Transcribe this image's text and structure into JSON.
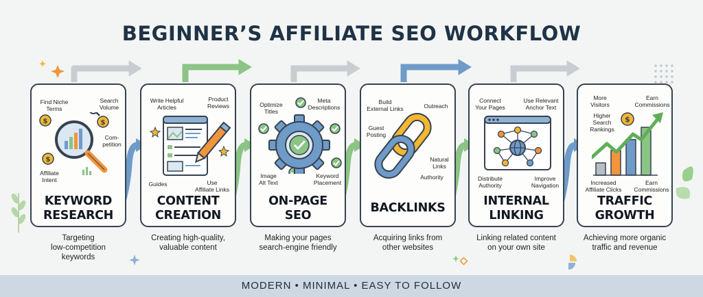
{
  "title": "BEGINNER’S AFFILIATE SEO WORKFLOW",
  "steps": [
    {
      "title_lines": [
        "KEYWORD",
        "RESEARCH"
      ],
      "caption_lines": [
        "Targeting",
        "low-competition",
        "keywords"
      ],
      "labels": [
        [
          "Find Niche",
          "Terms"
        ],
        [
          "Search",
          "Volume"
        ],
        [
          "Com-",
          "petition"
        ],
        [
          "Affiliate",
          "Intent"
        ]
      ]
    },
    {
      "title_lines": [
        "CONTENT",
        "CREATION"
      ],
      "caption_lines": [
        "Creating high-quality,",
        "valuable content"
      ],
      "labels": [
        [
          "Write Helpful",
          "Articles"
        ],
        [
          "Product",
          "Reviews"
        ],
        [
          "Guides"
        ],
        [
          "Use",
          "Affiliate Links"
        ]
      ]
    },
    {
      "title_lines": [
        "ON-PAGE",
        "SEO"
      ],
      "caption_lines": [
        "Making your pages",
        "search-engine friendly"
      ],
      "labels": [
        [
          "Optimize",
          "Titles"
        ],
        [
          "Meta",
          "Descriptions"
        ],
        [
          "Image",
          "Alt Text"
        ],
        [
          "Keyword",
          "Placement"
        ]
      ]
    },
    {
      "title_lines": [
        "BACKLINKS"
      ],
      "caption_lines": [
        "Acquiring links from",
        "other websites"
      ],
      "labels": [
        [
          "Build",
          "External Links"
        ],
        [
          "Outreach"
        ],
        [
          "Guest",
          "Posting"
        ],
        [
          "Natural",
          "Links"
        ],
        [
          "Authority"
        ]
      ]
    },
    {
      "title_lines": [
        "INTERNAL",
        "LINKING"
      ],
      "caption_lines": [
        "Linking related content",
        "on your own site"
      ],
      "labels": [
        [
          "Connect",
          "Your Pages"
        ],
        [
          "Use Relevant",
          "Anchor Text"
        ],
        [
          "Distribute",
          "Authority"
        ],
        [
          "Improve",
          "Navigation"
        ]
      ]
    },
    {
      "title_lines": [
        "TRAFFIC",
        "GROWTH"
      ],
      "caption_lines": [
        "Achieving more organic",
        "traffic and revenue"
      ],
      "labels": [
        [
          "More",
          "Visitors"
        ],
        [
          "Earn",
          "Commissions"
        ],
        [
          "Higher",
          "Search",
          "Rankings"
        ],
        [
          "Increased",
          "Affiliate Clicks"
        ],
        [
          "Earn",
          "Commissions"
        ]
      ]
    }
  ],
  "footer": "MODERN • MINIMAL • EASY TO FOLLOW",
  "colors": {
    "navy": "#1f3346",
    "blue": "#6f9bc8",
    "green": "#8bc485",
    "grey": "#c9cdd1",
    "orange": "#f1953c",
    "gold": "#f3b731",
    "outline": "#36424f"
  }
}
